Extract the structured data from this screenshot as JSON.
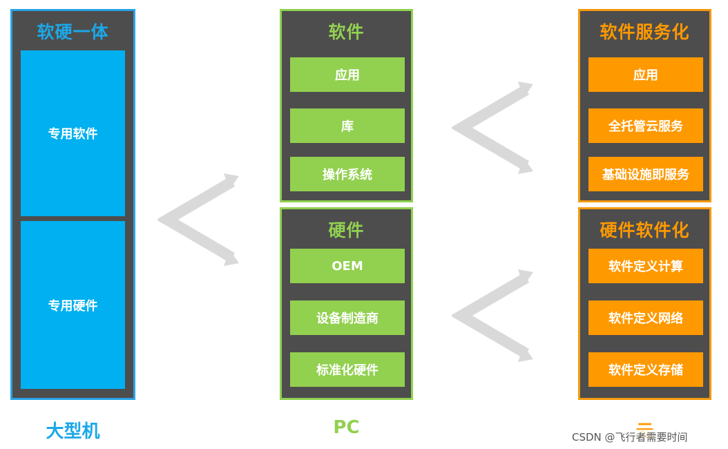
{
  "columns": {
    "mainframe": {
      "title": "软硬一体",
      "boxes": [
        "专用软件",
        "专用硬件"
      ],
      "caption": "大型机"
    },
    "pc": {
      "software": {
        "title": "软件",
        "boxes": [
          "应用",
          "库",
          "操作系统"
        ]
      },
      "hardware": {
        "title": "硬件",
        "boxes": [
          "OEM",
          "设备制造商",
          "标准化硬件"
        ]
      },
      "caption": "PC"
    },
    "cloud": {
      "software": {
        "title": "软件服务化",
        "boxes": [
          "应用",
          "全托管云服务",
          "基础设施即服务"
        ]
      },
      "hardware": {
        "title": "硬件软件化",
        "boxes": [
          "软件定义计算",
          "软件定义网络",
          "软件定义存储"
        ]
      },
      "caption": "云"
    }
  },
  "watermark": "CSDN @飞行者需要时间",
  "colors": {
    "blue": "#00b0f0",
    "green": "#92d050",
    "orange": "#ff9900",
    "panel": "#4d4d4d",
    "arrow": "#d9d9d9"
  }
}
